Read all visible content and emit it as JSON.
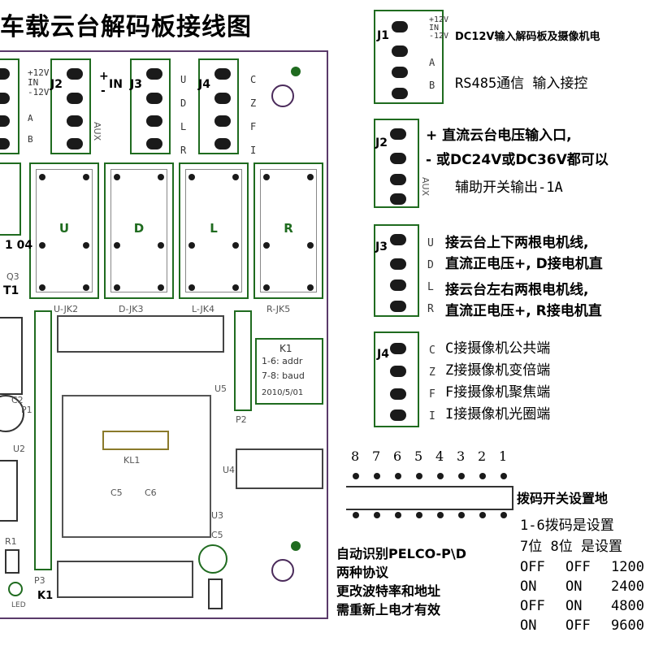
{
  "title": "车载云台解码板接线图",
  "board": {
    "j1_side": [
      "+12V",
      "IN",
      "-12V",
      "A",
      "B"
    ],
    "j2_label": "J2",
    "j2_sign": [
      "+",
      "-",
      "IN"
    ],
    "j3_label": "J3",
    "j4_label": "J4",
    "j3_side": [
      "U",
      "D",
      "L",
      "R"
    ],
    "j4_side": [
      "C",
      "Z",
      "F",
      "I"
    ],
    "aux": "AUX",
    "relays": [
      "U",
      "D",
      "L",
      "R"
    ],
    "relay_labels": [
      "U-JK2",
      "D-JK3",
      "L-JK4",
      "R-JK5"
    ],
    "k1_box": [
      "K1",
      "1-6: addr",
      "7-8: baud",
      "2010/5/01"
    ],
    "u5": "U5",
    "p2": "P2",
    "p1": "P1",
    "c2": "C2",
    "u2": "U2",
    "u4": "U4",
    "u3": "U3",
    "c5": "C5",
    "r1": "R1",
    "p3": "P3",
    "k1": "K1",
    "led": "LED",
    "q3": "Q3",
    "t1": "T1",
    "d104": "1 04",
    "xtal": [
      "KL1",
      "C5",
      "C6"
    ]
  },
  "legend": {
    "j1": {
      "label": "J1",
      "side": [
        "+12V",
        "IN",
        "-12V",
        "A",
        "B"
      ],
      "line1": "DC12V输入解码板及摄像机电",
      "line2": "RS485通信  输入接控"
    },
    "j2": {
      "label": "J2",
      "side": "AUX",
      "line1": "+ 直流云台电压输入口,",
      "line2": "- 或DC24V或DC36V都可以",
      "line3": "辅助开关输出-1A"
    },
    "j3": {
      "label": "J3",
      "side": [
        "U",
        "D",
        "L",
        "R"
      ],
      "line1": "接云台上下两根电机线,",
      "line2": "直流正电压+, D接电机直",
      "line3": "接云台左右两根电机线,",
      "line4": "直流正电压+, R接电机直"
    },
    "j4": {
      "label": "J4",
      "side": [
        "C",
        "Z",
        "F",
        "I"
      ],
      "lines": [
        "C接摄像机公共端",
        "Z接摄像机变倍端",
        "F接摄像机聚焦端",
        "I接摄像机光圈端"
      ]
    }
  },
  "dip": {
    "numbers": [
      "8",
      "7",
      "6",
      "5",
      "4",
      "3",
      "2",
      "1"
    ],
    "title": "拨码开关设置地",
    "line1": "1-6拨码是设置",
    "header": "7位  8位  是设置",
    "rows": [
      [
        "OFF",
        "OFF",
        "1200"
      ],
      [
        "ON",
        "ON",
        "2400"
      ],
      [
        "OFF",
        "ON",
        "4800"
      ],
      [
        "ON",
        "OFF",
        "9600"
      ]
    ]
  },
  "auto": [
    "自动识别PELCO-P\\D",
    "两种协议",
    "更改波特率和地址",
    "需重新上电才有效"
  ]
}
